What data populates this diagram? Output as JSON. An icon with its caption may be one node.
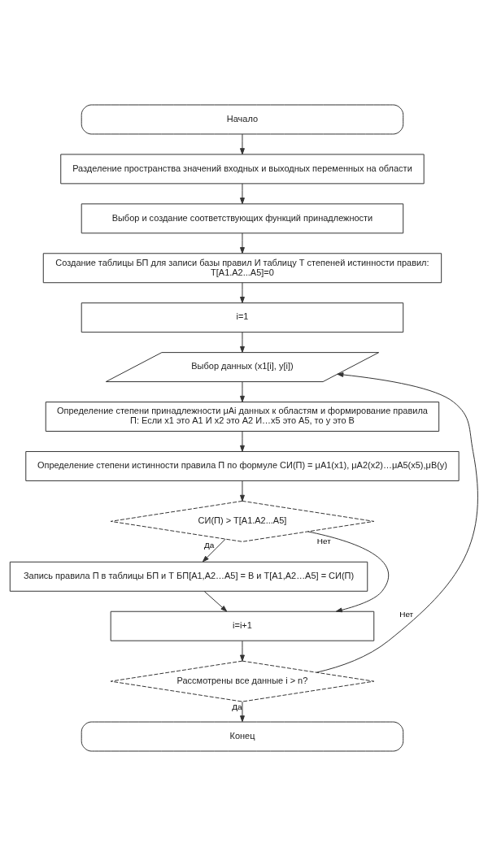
{
  "diagram": {
    "nodes": [
      {
        "text": [
          "Начало"
        ]
      },
      {
        "text": [
          "Разделение пространства значений входных и выходных переменных на области"
        ]
      },
      {
        "text": [
          "Выбор и создание соответствующих функций принадлежности"
        ]
      },
      {
        "text": [
          "Создание таблицы БП для записи базы правил И таблицу Т степеней истинности правил:",
          "T[A1.A2...A5]=0"
        ]
      },
      {
        "text": [
          "i=1"
        ]
      },
      {
        "text": [
          "Выбор данных (x1[i], y[i])"
        ]
      },
      {
        "text": [
          "Определение степени принадлежности μAi данных к областям и формирование правила",
          "П: Если x1 это A1 И x2 это A2 И…x5 это A5, то y это B"
        ]
      },
      {
        "text": [
          "Определение степени истинности правила П по формуле СИ(П) = μA1(x1), μA2(x2)…μA5(x5),μB(y)"
        ]
      },
      {
        "text": [
          "СИ(П) > T[A1.A2...A5]"
        ]
      },
      {
        "text": [
          "Запись правила П в таблицы БП и Т БП[A1,A2…A5] = B и T[A1,A2…A5] = СИ(П)"
        ]
      },
      {
        "text": [
          "i=i+1"
        ]
      },
      {
        "text": [
          "Рассмотрены все данные i > n?"
        ]
      },
      {
        "text": [
          "Конец"
        ]
      }
    ],
    "edges": [
      {
        "from": 0,
        "to": 1,
        "arrow": "to"
      },
      {
        "from": 1,
        "to": 2,
        "arrow": "to"
      },
      {
        "from": 2,
        "to": 3,
        "arrow": "to"
      },
      {
        "from": 3,
        "to": 4,
        "arrow": "to"
      },
      {
        "from": 4,
        "to": 5,
        "arrow": "to"
      },
      {
        "from": 5,
        "to": 6,
        "arrow": "to"
      },
      {
        "from": 6,
        "to": 7,
        "arrow": "to"
      },
      {
        "from": 7,
        "to": 8,
        "arrow": "to"
      },
      {
        "from": 8,
        "to": 9,
        "arrow": "to",
        "label": "Да"
      },
      {
        "from": 8,
        "to": 10,
        "arrow": "to",
        "label": "Нет"
      },
      {
        "from": 9,
        "to": 10,
        "arrow": "to"
      },
      {
        "from": 10,
        "to": 11,
        "arrow": "to"
      },
      {
        "from": 11,
        "to": 5,
        "arrow": "to",
        "label": "Нет"
      },
      {
        "from": 11,
        "to": 12,
        "arrow": "to",
        "label": "Да"
      }
    ]
  }
}
